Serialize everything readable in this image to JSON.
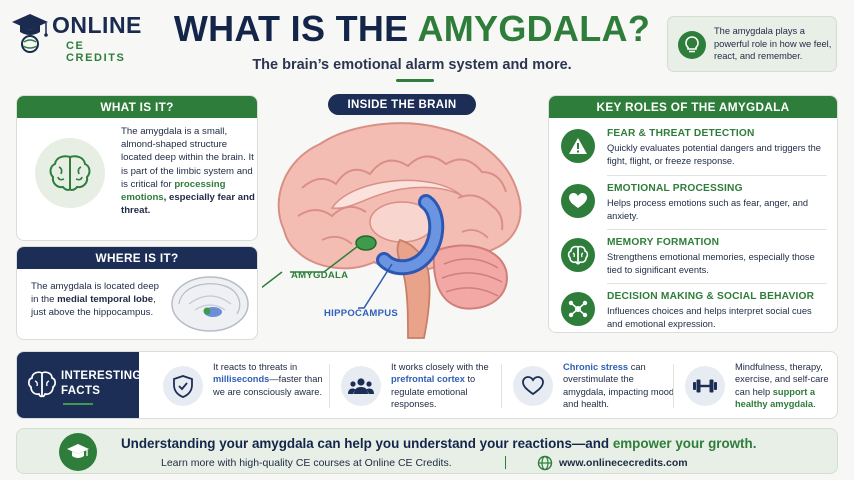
{
  "brand": {
    "line1": "ONLINE",
    "line2": "CE CREDITS"
  },
  "header": {
    "title_pre": "WHAT IS THE ",
    "title_highlight": "AMYGDALA?",
    "subtitle": "The brain’s emotional alarm system and more.",
    "callout": "The amygdala plays a powerful role in how we feel, react, and remember."
  },
  "what_is_it": {
    "heading": "WHAT IS IT?",
    "text_a": "The amygdala is a small, almond-shaped structure located deep within the brain. It is part of the limbic system and is critical for ",
    "text_b": "processing emotions",
    "text_c": ", especially fear and threat."
  },
  "where_is_it": {
    "heading": "WHERE IS IT?",
    "text_a": "The amygdala is located deep in the ",
    "text_b": "medial temporal lobe",
    "text_c": ", just above the hippocampus."
  },
  "inside": {
    "heading": "INSIDE THE BRAIN",
    "amygdala_label": "AMYGDALA",
    "hippocampus_label": "HIPPOCAMPUS"
  },
  "roles": {
    "heading": "KEY ROLES OF THE AMYGDALA",
    "items": [
      {
        "title": "FEAR & THREAT DETECTION",
        "desc": "Quickly evaluates potential dangers and triggers the fight, flight, or freeze response.",
        "icon": "warning-icon"
      },
      {
        "title": "EMOTIONAL PROCESSING",
        "desc": "Helps process emotions such as fear, anger, and anxiety.",
        "icon": "heart-icon"
      },
      {
        "title": "MEMORY FORMATION",
        "desc": "Strengthens emotional memories, especially those tied to significant events.",
        "icon": "brain-icon"
      },
      {
        "title": "DECISION MAKING & SOCIAL BEHAVIOR",
        "desc": "Influences choices and helps interpret social cues and emotional expression.",
        "icon": "network-icon"
      }
    ]
  },
  "facts": {
    "heading_1": "INTERESTING",
    "heading_2": "FACTS",
    "f1": {
      "a": "It reacts to threats in ",
      "b": "milliseconds",
      "c": "—faster than we are consciously aware."
    },
    "f2": {
      "a": "It works closely with the ",
      "b": "prefrontal cortex",
      "c": " to regulate emotional responses."
    },
    "f3": {
      "b": "Chronic stress",
      "c": " can overstimulate the amygdala, impacting mood and health."
    },
    "f4": {
      "a": "Mindfulness, therapy, exercise, and self-care can help ",
      "b": "support a healthy amygdala",
      "c": "."
    }
  },
  "footer": {
    "line1_a": "Understanding your amygdala can help you understand your reactions—and ",
    "line1_b": "empower your growth.",
    "line2": "Learn more with high-quality CE courses at Online CE Credits.",
    "url": "www.onlinececredits.com"
  },
  "colors": {
    "green": "#2e7d3a",
    "navy": "#1c2e56",
    "brain_pink": "#f2b8b0",
    "hippocampus_blue": "#4a78d0"
  }
}
